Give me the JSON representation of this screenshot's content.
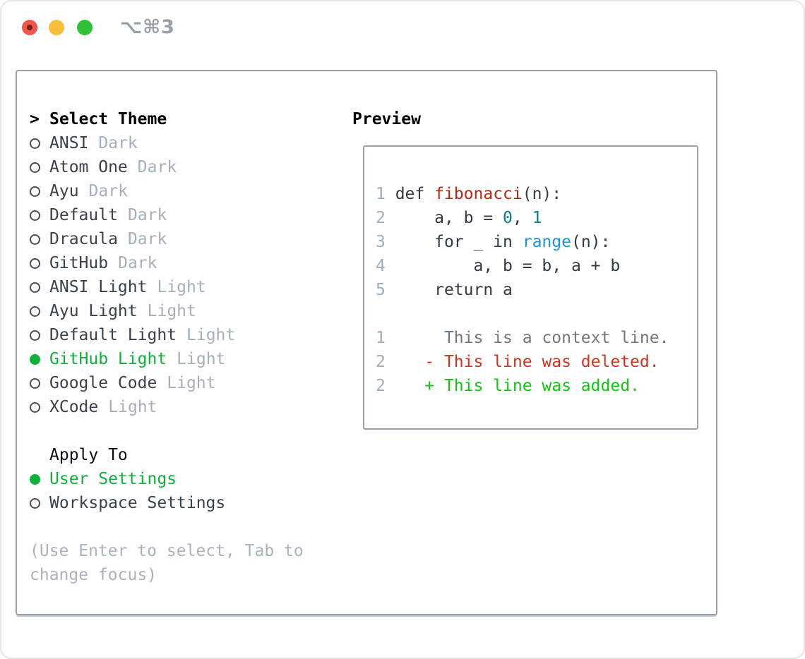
{
  "window": {
    "title_shortcut": "⌥⌘3",
    "traffic_lights": [
      "close",
      "minimize",
      "zoom"
    ]
  },
  "theme_list": {
    "header_prefix": ">",
    "header": "Select Theme",
    "items": [
      {
        "name": "ANSI",
        "tag": "Dark",
        "selected": false
      },
      {
        "name": "Atom One",
        "tag": "Dark",
        "selected": false
      },
      {
        "name": "Ayu",
        "tag": "Dark",
        "selected": false
      },
      {
        "name": "Default",
        "tag": "Dark",
        "selected": false
      },
      {
        "name": "Dracula",
        "tag": "Dark",
        "selected": false
      },
      {
        "name": "GitHub",
        "tag": "Dark",
        "selected": false
      },
      {
        "name": "ANSI Light",
        "tag": "Light",
        "selected": false
      },
      {
        "name": "Ayu Light",
        "tag": "Light",
        "selected": false
      },
      {
        "name": "Default Light",
        "tag": "Light",
        "selected": false
      },
      {
        "name": "GitHub Light",
        "tag": "Light",
        "selected": true
      },
      {
        "name": "Google Code",
        "tag": "Light",
        "selected": false
      },
      {
        "name": "XCode",
        "tag": "Light",
        "selected": false
      }
    ]
  },
  "apply_to": {
    "header": "Apply To",
    "options": [
      {
        "label": "User Settings",
        "selected": true
      },
      {
        "label": "Workspace Settings",
        "selected": false
      }
    ]
  },
  "hint": {
    "line1": "(Use Enter to select, Tab to",
    "line2": "change focus)"
  },
  "preview": {
    "header": "Preview",
    "code": {
      "l1": {
        "num": "1",
        "s1": " def ",
        "fn": "fibonacci",
        "s2": "(n):"
      },
      "l2": {
        "num": "2",
        "s1": "     a, b = ",
        "lit1": "0",
        "s2": ", ",
        "lit2": "1"
      },
      "l3": {
        "num": "3",
        "s1": "     for _ in ",
        "builtin": "range",
        "s2": "(n):"
      },
      "l4": {
        "num": "4",
        "s1": "         a, b = b, a + b"
      },
      "l5": {
        "num": "5",
        "s1": "     return a"
      }
    },
    "diff": {
      "context": {
        "num": "1",
        "text": "      This is a context line."
      },
      "deleted": {
        "num": "2",
        "text": "    - This line was deleted."
      },
      "added": {
        "num": "2",
        "text": "    + This line was added."
      }
    }
  },
  "colors": {
    "selection_green": "#0eb03a",
    "added_green": "#12c413",
    "deleted_red": "#cd3522",
    "function_red": "#b02c17",
    "number_teal": "#0b7d85",
    "builtin_blue": "#1b95d3",
    "tag_gray": "#a6afbb",
    "panel_border": "#99a1ad",
    "traffic_red": "#f2554c",
    "traffic_yellow": "#f7bd3b",
    "traffic_green": "#30c138"
  }
}
